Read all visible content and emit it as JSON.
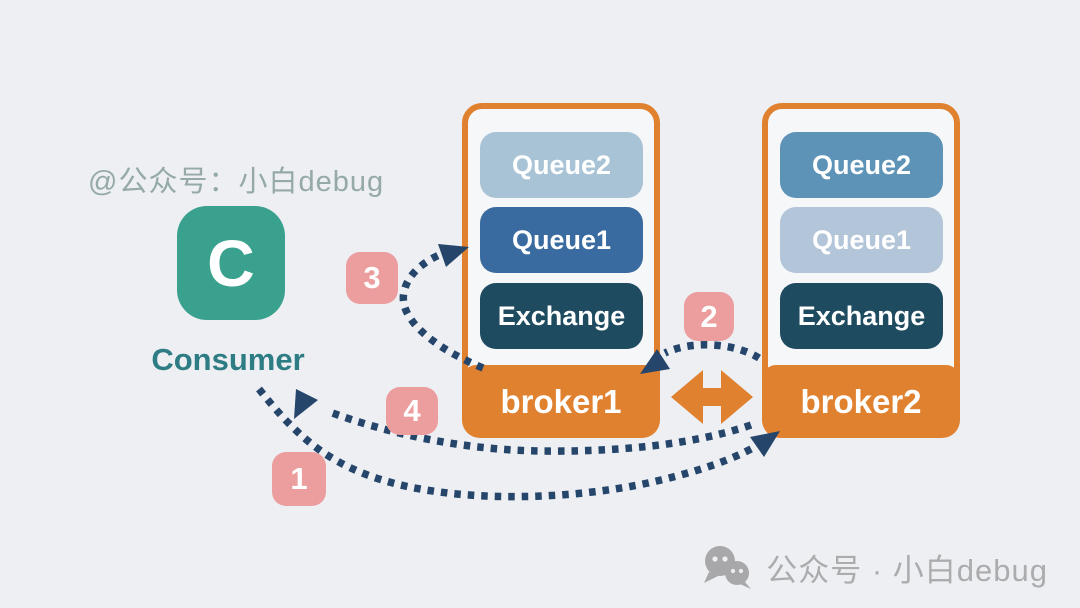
{
  "colors": {
    "background": "#EDEFF2",
    "orange": "#E0812F",
    "navy": "#25456B",
    "teal": "#3AA18E",
    "teal_text": "#2E7D84",
    "badge_pink": "#EC9D9D",
    "queue_light": "#A9C3D6",
    "queue_medium": "#3A6BA0",
    "queue_steel": "#5E93B8",
    "queue_pale": "#B3C5D9",
    "exchange_dark": "#1E4B5F",
    "watermark_top": "#96A9A9",
    "watermark_bottom": "#ACACAE",
    "box_fill": "#F5F7F8"
  },
  "watermark_top": {
    "text": "@公众号：小白debug"
  },
  "watermark_bottom": {
    "text": "公众号 · 小白debug",
    "icon": "wechat-icon"
  },
  "consumer": {
    "avatar_letter": "C",
    "label": "Consumer"
  },
  "brokers": [
    {
      "label": "broker1",
      "nodes": [
        {
          "label": "Queue2"
        },
        {
          "label": "Queue1"
        },
        {
          "label": "Exchange"
        }
      ]
    },
    {
      "label": "broker2",
      "nodes": [
        {
          "label": "Queue2"
        },
        {
          "label": "Queue1"
        },
        {
          "label": "Exchange"
        }
      ]
    }
  ],
  "steps": [
    {
      "label": "1",
      "from": "Consumer",
      "to": "broker2",
      "style": "dotted-arrow"
    },
    {
      "label": "2",
      "from": "broker2",
      "to": "broker1",
      "style": "dotted-arrow"
    },
    {
      "label": "3",
      "from": "broker1",
      "to": "Queue1",
      "style": "dotted-arrow"
    },
    {
      "label": "4",
      "from": "broker2",
      "to": "Consumer",
      "style": "dotted-arrow"
    }
  ],
  "link": {
    "between": "broker1-broker2",
    "style": "orange-double-arrow"
  }
}
